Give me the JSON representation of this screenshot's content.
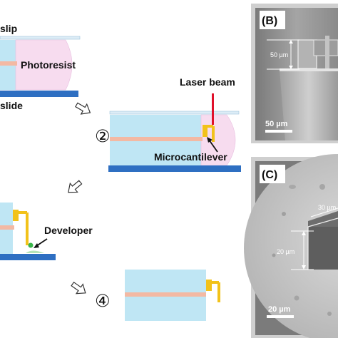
{
  "schematic": {
    "step1": {
      "label_coverslip": "slip",
      "label_photoresist": "Photoresist",
      "label_slide": "slide"
    },
    "step2": {
      "number": "②",
      "label_laser": "Laser beam",
      "label_cantilever": "Microcantilever"
    },
    "step3": {
      "label_developer": "Developer"
    },
    "step4": {
      "number": "④"
    }
  },
  "panel_b": {
    "tag": "(B)",
    "dim_height": "50 µm",
    "scale_bar": "50 µm"
  },
  "panel_c": {
    "tag": "(C)",
    "dim_width": "30 µm",
    "dim_height": "20 µm",
    "scale_bar": "20 µm"
  },
  "colors": {
    "substrate_blue": "#2e6fc2",
    "chamber_cyan": "#bfe6f4",
    "stripe_salmon": "#f3b9a3",
    "photoresist_pink": "#f7dcef",
    "cantilever_yellow": "#f2c21a",
    "laser_red": "#e0102a",
    "developer_green": "#39b54a",
    "sem_gray": "#8f8f8f"
  }
}
